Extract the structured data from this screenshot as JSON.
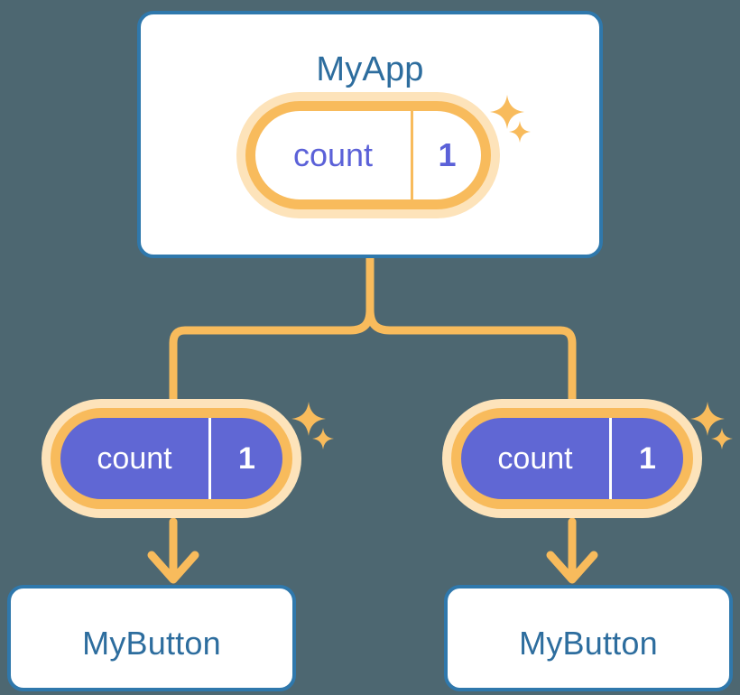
{
  "background_color": "#4d6771",
  "palette": {
    "card_border_blue": "#2f78ac",
    "title_blue": "#2d6d9e",
    "accent_orange": "#f8bb5c",
    "accent_orange_soft": "#fde3ba",
    "state_indigo": "#6067d4",
    "state_text_indigo": "#5b61d8",
    "card_fill": "#ffffff"
  },
  "diagram": {
    "type": "component-tree",
    "title": "",
    "app_card": {
      "title": "MyApp",
      "state_pill": {
        "key": "count",
        "value": "1",
        "style": "outline"
      },
      "sparkles": [
        {
          "name": "sparkle-large",
          "size": "large"
        },
        {
          "name": "sparkle-small",
          "size": "small"
        }
      ]
    },
    "children": [
      {
        "state_pill": {
          "key": "count",
          "value": "1",
          "style": "filled"
        },
        "sparkles": [
          {
            "name": "sparkle-large",
            "size": "large"
          },
          {
            "name": "sparkle-small",
            "size": "small"
          }
        ],
        "card": {
          "title": "MyButton"
        }
      },
      {
        "state_pill": {
          "key": "count",
          "value": "1",
          "style": "filled"
        },
        "sparkles": [
          {
            "name": "sparkle-large",
            "size": "large"
          },
          {
            "name": "sparkle-small",
            "size": "small"
          }
        ],
        "card": {
          "title": "MyButton"
        }
      }
    ],
    "connectors": [
      {
        "name": "app-to-branch",
        "kind": "line",
        "from": "app-card",
        "to": "branch-point"
      },
      {
        "name": "branch-to-left-pill",
        "kind": "elbow",
        "from": "branch-point",
        "to": "left-pill"
      },
      {
        "name": "branch-to-right-pill",
        "kind": "elbow",
        "from": "branch-point",
        "to": "right-pill"
      },
      {
        "name": "left-pill-to-button",
        "kind": "arrow",
        "from": "left-pill",
        "to": "button-card-left"
      },
      {
        "name": "right-pill-to-button",
        "kind": "arrow",
        "from": "right-pill",
        "to": "button-card-right"
      }
    ]
  }
}
